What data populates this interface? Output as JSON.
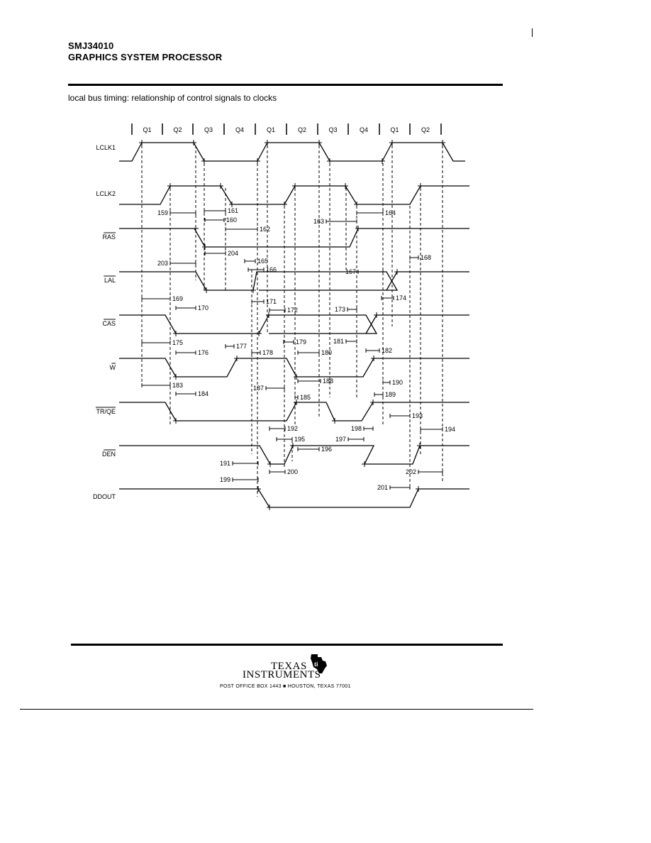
{
  "header": {
    "part_number": "SMJ34010",
    "product_name": "GRAPHICS SYSTEM PROCESSOR"
  },
  "section_title": "local bus timing: relationship of control signals to clocks",
  "diagram": {
    "quarter_labels": [
      "Q1",
      "Q2",
      "Q3",
      "Q4",
      "Q1",
      "Q2",
      "Q3",
      "Q4",
      "Q1",
      "Q2"
    ],
    "signal_names": {
      "lclk1": "LCLK1",
      "lclk2": "LCLK2",
      "ras": "RAS",
      "lal": "LAL",
      "cas": "CAS",
      "w": "W",
      "trqe": "TR/QE",
      "den": "DEN",
      "ddout": "DDOUT"
    },
    "timing_params": [
      "159",
      "161",
      "160",
      "162",
      "163",
      "164",
      "203",
      "204",
      "165",
      "166",
      "167",
      "168",
      "169",
      "170",
      "171",
      "172",
      "173",
      "174",
      "175",
      "176",
      "177",
      "178",
      "179",
      "180",
      "181",
      "182",
      "183",
      "184",
      "187",
      "188",
      "189",
      "185",
      "190",
      "193",
      "192",
      "195",
      "196",
      "198",
      "194",
      "197",
      "191",
      "200",
      "202",
      "199",
      "201"
    ]
  },
  "footer": {
    "logo_line1": "TEXAS",
    "logo_line2": "INSTRUMENTS",
    "address": "POST OFFICE BOX 1443  ■  HOUSTON, TEXAS 77001"
  }
}
